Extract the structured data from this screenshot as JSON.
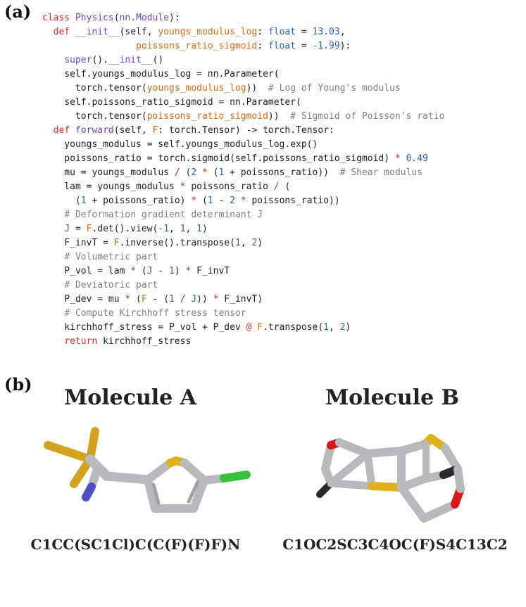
{
  "panel_a_label": "(a)",
  "panel_b_label": "(b)",
  "code_lines": [
    [
      [
        "class ",
        "k"
      ],
      [
        "Physics",
        "c"
      ],
      [
        "(",
        ""
      ],
      [
        "nn.Module",
        "c"
      ],
      [
        "):",
        ""
      ]
    ],
    [
      [
        "  ",
        ""
      ],
      [
        "def ",
        "k"
      ],
      [
        "__init__",
        "c"
      ],
      [
        "(self, ",
        ""
      ],
      [
        "youngs_modulus_log",
        "o"
      ],
      [
        ": ",
        ""
      ],
      [
        "float",
        "n"
      ],
      [
        " = ",
        ""
      ],
      [
        "13.03",
        "n"
      ],
      [
        ",",
        ""
      ]
    ],
    [
      [
        "                 ",
        ""
      ],
      [
        "poissons_ratio_sigmoid",
        "o"
      ],
      [
        ": ",
        ""
      ],
      [
        "float",
        "n"
      ],
      [
        " = ",
        ""
      ],
      [
        "-1.99",
        "n"
      ],
      [
        "):",
        ""
      ]
    ],
    [
      [
        "    ",
        ""
      ],
      [
        "super",
        "c"
      ],
      [
        "().",
        ""
      ],
      [
        "__init__",
        "c"
      ],
      [
        "()",
        ""
      ]
    ],
    [
      [
        "    self.youngs_modulus_log = nn.Parameter(",
        ""
      ]
    ],
    [
      [
        "      torch.tensor(",
        ""
      ],
      [
        "youngs_modulus_log",
        "o"
      ],
      [
        "))  ",
        ""
      ],
      [
        "# Log of Young's modulus",
        "m"
      ]
    ],
    [
      [
        "    self.poissons_ratio_sigmoid = nn.Parameter(",
        ""
      ]
    ],
    [
      [
        "      torch.tensor(",
        ""
      ],
      [
        "poissons_ratio_sigmoid",
        "o"
      ],
      [
        "))  ",
        ""
      ],
      [
        "# Sigmoid of Poisson's ratio",
        "m"
      ]
    ],
    [
      [
        "  ",
        ""
      ],
      [
        "def ",
        "k"
      ],
      [
        "forward",
        "c"
      ],
      [
        "(self, ",
        ""
      ],
      [
        "F",
        "o"
      ],
      [
        ": torch.Tensor) -> torch.Tensor:",
        ""
      ]
    ],
    [
      [
        "    youngs_modulus = self.youngs_modulus_log.exp()",
        ""
      ]
    ],
    [
      [
        "    poissons_ratio = torch.sigmoid(self.poissons_ratio_sigmoid) ",
        ""
      ],
      [
        "*",
        "k"
      ],
      [
        " ",
        ""
      ],
      [
        "0.49",
        "n"
      ]
    ],
    [
      [
        "    mu = youngs_modulus ",
        ""
      ],
      [
        "/",
        "k"
      ],
      [
        " (",
        ""
      ],
      [
        "2",
        "n"
      ],
      [
        " ",
        ""
      ],
      [
        "*",
        "k"
      ],
      [
        " (",
        ""
      ],
      [
        "1",
        "n"
      ],
      [
        " + poissons_ratio))  ",
        ""
      ],
      [
        "# Shear modulus",
        "m"
      ]
    ],
    [
      [
        "    lam = youngs_modulus ",
        ""
      ],
      [
        "*",
        "k"
      ],
      [
        " poissons_ratio ",
        ""
      ],
      [
        "/",
        "k"
      ],
      [
        " (",
        ""
      ]
    ],
    [
      [
        "      (",
        ""
      ],
      [
        "1",
        "n"
      ],
      [
        " + poissons_ratio) ",
        ""
      ],
      [
        "*",
        "k"
      ],
      [
        " (",
        ""
      ],
      [
        "1",
        "n"
      ],
      [
        " - ",
        ""
      ],
      [
        "2",
        "n"
      ],
      [
        " ",
        ""
      ],
      [
        "*",
        "k"
      ],
      [
        " poissons_ratio))",
        ""
      ]
    ],
    [
      [
        "    ",
        ""
      ],
      [
        "# Deformation gradient determinant J",
        "m"
      ]
    ],
    [
      [
        "    ",
        ""
      ],
      [
        "J",
        "n"
      ],
      [
        " = ",
        ""
      ],
      [
        "F",
        "o"
      ],
      [
        ".det().view(",
        ""
      ],
      [
        "-1",
        "n"
      ],
      [
        ", ",
        ""
      ],
      [
        "1",
        "n"
      ],
      [
        ", ",
        ""
      ],
      [
        "1",
        "n"
      ],
      [
        ")",
        ""
      ]
    ],
    [
      [
        "    F_invT = ",
        ""
      ],
      [
        "F",
        "o"
      ],
      [
        ".inverse().transpose(",
        ""
      ],
      [
        "1",
        "n"
      ],
      [
        ", ",
        ""
      ],
      [
        "2",
        "n"
      ],
      [
        ")",
        ""
      ]
    ],
    [
      [
        "    ",
        ""
      ],
      [
        "# Volumetric part",
        "m"
      ]
    ],
    [
      [
        "    P_vol = lam ",
        ""
      ],
      [
        "*",
        "k"
      ],
      [
        " (",
        ""
      ],
      [
        "J",
        "n"
      ],
      [
        " - ",
        ""
      ],
      [
        "1",
        "n"
      ],
      [
        ") ",
        ""
      ],
      [
        "*",
        "k"
      ],
      [
        " F_invT",
        ""
      ]
    ],
    [
      [
        "    ",
        ""
      ],
      [
        "# Deviatoric part",
        "m"
      ]
    ],
    [
      [
        "    P_dev = mu ",
        ""
      ],
      [
        "*",
        "k"
      ],
      [
        " (",
        ""
      ],
      [
        "F",
        "o"
      ],
      [
        " - (",
        ""
      ],
      [
        "1",
        "n"
      ],
      [
        " ",
        ""
      ],
      [
        "/",
        "k"
      ],
      [
        " ",
        ""
      ],
      [
        "J",
        "n"
      ],
      [
        ")) ",
        ""
      ],
      [
        "*",
        "k"
      ],
      [
        " F_invT)",
        ""
      ]
    ],
    [
      [
        "    ",
        ""
      ],
      [
        "# Compute Kirchhoff stress tensor",
        "m"
      ]
    ],
    [
      [
        "    kirchhoff_stress = P_vol + P_dev ",
        ""
      ],
      [
        "@",
        "k"
      ],
      [
        " ",
        ""
      ],
      [
        "F",
        "o"
      ],
      [
        ".transpose(",
        ""
      ],
      [
        "1",
        "n"
      ],
      [
        ", ",
        ""
      ],
      [
        "2",
        "n"
      ],
      [
        ")",
        ""
      ]
    ],
    [
      [
        "    ",
        ""
      ],
      [
        "return",
        "k"
      ],
      [
        " kirchhoff_stress",
        ""
      ]
    ]
  ],
  "molecule_a": {
    "title": "Molecule A",
    "smiles": "C1CC(SC1Cl)C(C(F)(F)F)N"
  },
  "molecule_b": {
    "title": "Molecule B",
    "smiles": "C1OC2SC3C4OC(F)S4C13C2"
  },
  "colors": {
    "carbon": "#b7b9bf",
    "sulfur": "#e0b01a",
    "fluorine": "#d3a21f",
    "chlorine": "#35c23a",
    "nitrogen": "#4b4fc0",
    "oxygen": "#d61b1b",
    "dark": "#2a2a2a"
  }
}
